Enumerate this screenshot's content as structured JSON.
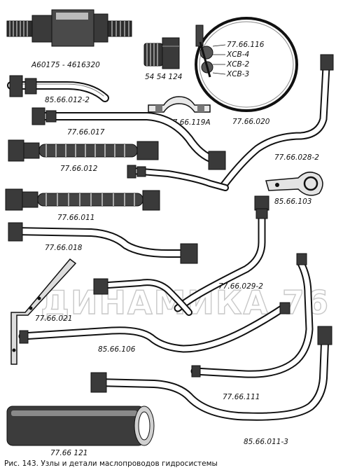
{
  "watermark": "ДИНАМИКА 76",
  "caption": "Рис. 143. Узлы и детали маслопроводов гидросистемы",
  "labels": {
    "a60175": "А60175 - 4616320",
    "p5454124": "54 54 124",
    "p7766116": "77.66.116",
    "xcb4": "ХСВ-4",
    "xcb2": "ХСВ-2",
    "xcb3": "ХСВ-3",
    "p85660122": "85.66.012-2",
    "p7766119a": "77.66.119А",
    "p7766020": "77.66.020",
    "p7766017": "77.66.017",
    "p776602802": "77.66.028-2",
    "p7766012": "77.66.012",
    "p8566103": "85.66.103",
    "p7766011": "77.66.011",
    "p7766018": "77.66.018",
    "p776602902": "77.66.029-2",
    "p7766021": "77.66.021",
    "p8566106": "85.66.106",
    "p7766111": "77.66.111",
    "p7766121": "77.66 121",
    "p85660113": "85.66.011-3"
  }
}
